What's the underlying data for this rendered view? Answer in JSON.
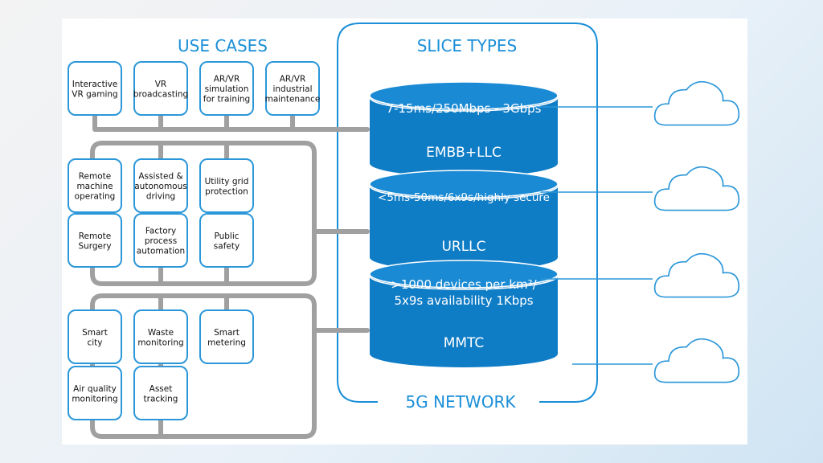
{
  "colors": {
    "accent": "#1a8fd8",
    "box_border": "#2b97d9",
    "bus": "#a0a0a0",
    "disk_top": "#1a8ad4",
    "disk_body": "#0f7cc6",
    "cloud_stroke": "#2b97d9"
  },
  "headings": {
    "use_cases": "USE CASES",
    "slice_types": "SLICE TYPES",
    "network": "5G NETWORK"
  },
  "use_cases": [
    {
      "lines": [
        "Interactive",
        "VR gaming"
      ]
    },
    {
      "lines": [
        "VR",
        "broadcasting"
      ]
    },
    {
      "lines": [
        "AR/VR",
        "simulation",
        "for training"
      ]
    },
    {
      "lines": [
        "AR/VR",
        "industrial",
        "maintenance"
      ]
    },
    {
      "lines": [
        "Remote",
        "machine",
        "operating"
      ]
    },
    {
      "lines": [
        "Assisted &",
        "autonomous",
        "driving"
      ]
    },
    {
      "lines": [
        "Utility grid",
        "protection"
      ]
    },
    {
      "lines": [
        "Remote",
        "Surgery"
      ]
    },
    {
      "lines": [
        "Factory",
        "process",
        "automation"
      ]
    },
    {
      "lines": [
        "Public",
        "safety"
      ]
    },
    {
      "lines": [
        "Smart",
        "city"
      ]
    },
    {
      "lines": [
        "Waste",
        "monitoring"
      ]
    },
    {
      "lines": [
        "Smart",
        "metering"
      ]
    },
    {
      "lines": [
        "Air quality",
        "monitoring"
      ]
    },
    {
      "lines": [
        "Asset",
        "tracking"
      ]
    }
  ],
  "slices": [
    {
      "spec": "7-15ms/250Mbps - 3Gbps",
      "name": "EMBB+LLC"
    },
    {
      "spec": "<5ms-50ms/6x9s/highly secure",
      "name": "URLLC"
    },
    {
      "spec": ">1000 devices per km²/",
      "spec2": "5x9s availability 1Kbps",
      "name": "MMTC"
    }
  ],
  "icons": [
    "cloud-icon",
    "cloud-icon",
    "cloud-icon",
    "cloud-icon"
  ]
}
